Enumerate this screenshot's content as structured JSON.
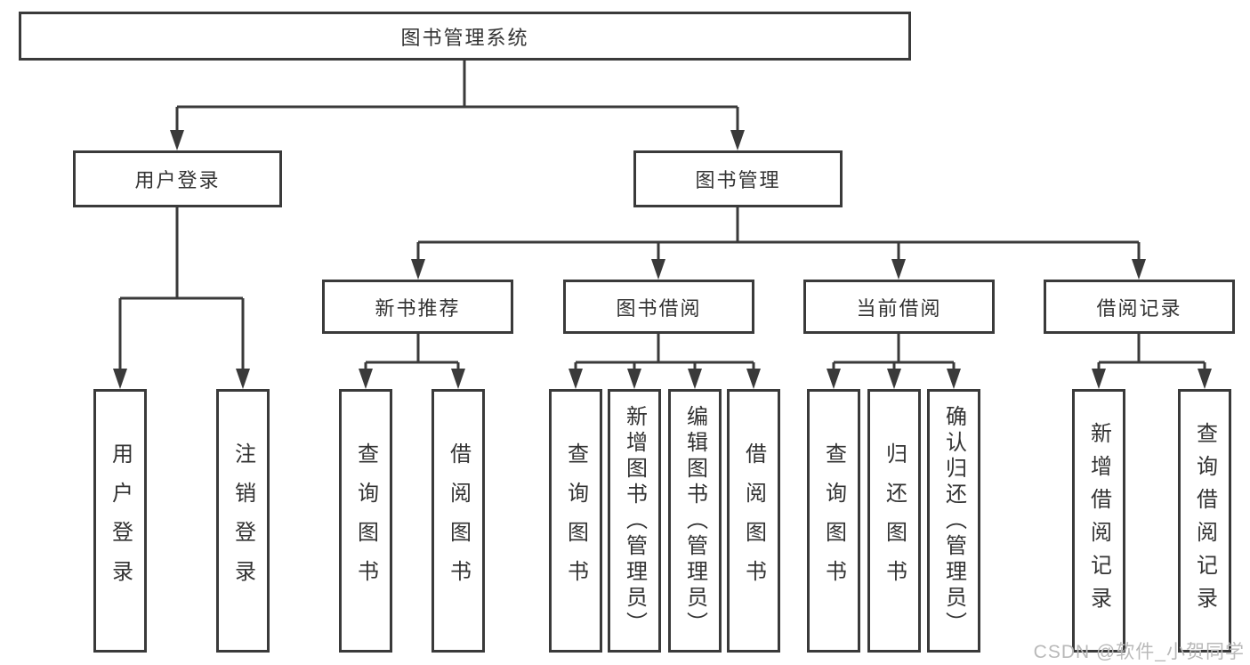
{
  "diagram": {
    "type": "hierarchy-tree",
    "title": "图书管理系统",
    "colors": {
      "line": "#3a3a3a",
      "box_border": "#3a3a3a",
      "text": "#333333",
      "background": "#ffffff",
      "watermark": "#b9b9b9"
    },
    "tree": {
      "root": {
        "label": "图书管理系统",
        "children": [
          {
            "label": "用户登录",
            "children": [
              {
                "label": "用户登录"
              },
              {
                "label": "注销登录"
              }
            ]
          },
          {
            "label": "图书管理",
            "children": [
              {
                "label": "新书推荐",
                "children": [
                  {
                    "label": "查询图书"
                  },
                  {
                    "label": "借阅图书"
                  }
                ]
              },
              {
                "label": "图书借阅",
                "children": [
                  {
                    "label": "查询图书"
                  },
                  {
                    "label": "新增图书（管理员）"
                  },
                  {
                    "label": "编辑图书（管理员）"
                  },
                  {
                    "label": "借阅图书"
                  }
                ]
              },
              {
                "label": "当前借阅",
                "children": [
                  {
                    "label": "查询图书"
                  },
                  {
                    "label": "归还图书"
                  },
                  {
                    "label": "确认归还（管理员）"
                  }
                ]
              },
              {
                "label": "借阅记录",
                "children": [
                  {
                    "label": "新增借阅记录"
                  },
                  {
                    "label": "查询借阅记录"
                  }
                ]
              }
            ]
          }
        ]
      }
    },
    "watermark": {
      "text": "CSDN @软件_小贺同学"
    }
  }
}
